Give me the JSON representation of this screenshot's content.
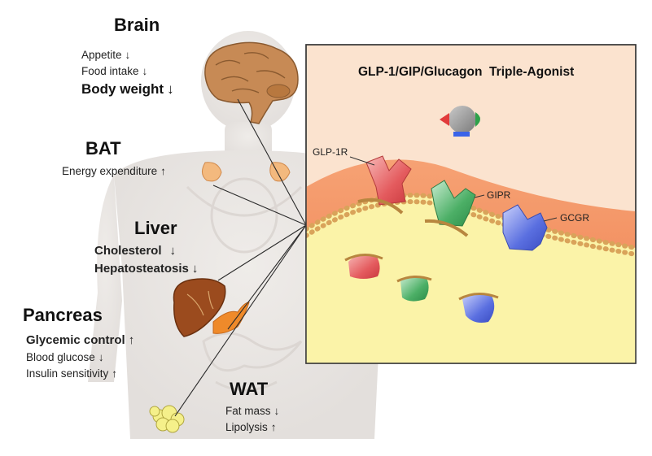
{
  "brain": {
    "title": "Brain",
    "effects": [
      {
        "text": "Appetite",
        "arrow": "↓"
      },
      {
        "text": "Food intake",
        "arrow": "↓"
      },
      {
        "text": "Body weight",
        "arrow": "↓"
      }
    ]
  },
  "bat": {
    "title": "BAT",
    "effects": [
      {
        "text": "Energy expenditure",
        "arrow": "↑"
      }
    ]
  },
  "liver": {
    "title": "Liver",
    "effects": [
      {
        "text": "Cholesterol",
        "arrow": "↓"
      },
      {
        "text": "Hepatosteatosis",
        "arrow": "↓"
      }
    ]
  },
  "pancreas": {
    "title": "Pancreas",
    "effects": [
      {
        "text": "Glycemic control",
        "arrow": "↑"
      },
      {
        "text": "Blood glucose",
        "arrow": "↓"
      },
      {
        "text": "Insulin sensitivity",
        "arrow": "↑"
      }
    ]
  },
  "wat": {
    "title": "WAT",
    "effects": [
      {
        "text": "Fat mass",
        "arrow": "↓"
      },
      {
        "text": "Lipolysis",
        "arrow": "↑"
      }
    ]
  },
  "panel": {
    "title": "GLP-1/GIP/Glucagon  Triple-Agonist",
    "receptors": {
      "glp1r": "GLP-1R",
      "gipr": "GIPR",
      "gcgr": "GCGR"
    }
  },
  "colors": {
    "panel_bg": "#fbe3cf",
    "membrane": "#f28a5c",
    "cytoplasm": "#fbf3a8",
    "glp1r": "#e8666a",
    "gipr": "#4fae69",
    "gcgr": "#5a6fe0",
    "body": "#e8e4e1"
  }
}
